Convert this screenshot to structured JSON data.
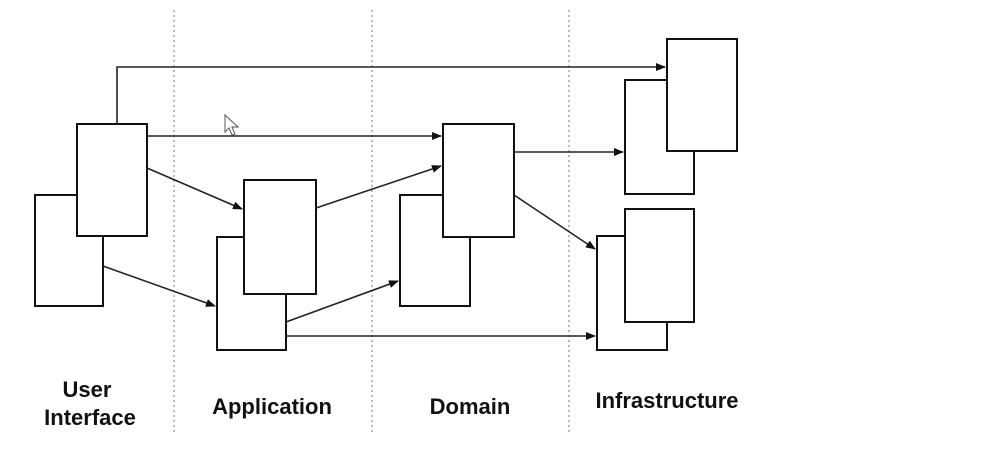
{
  "layers": [
    {
      "label_lines": [
        "User",
        "Interface"
      ]
    },
    {
      "label_lines": [
        "Application"
      ]
    },
    {
      "label_lines": [
        "Domain"
      ]
    },
    {
      "label_lines": [
        "Infrastructure"
      ]
    }
  ],
  "colors": {
    "line": "#222222",
    "divider": "#777777",
    "text": "#111111",
    "background": "#ffffff"
  }
}
